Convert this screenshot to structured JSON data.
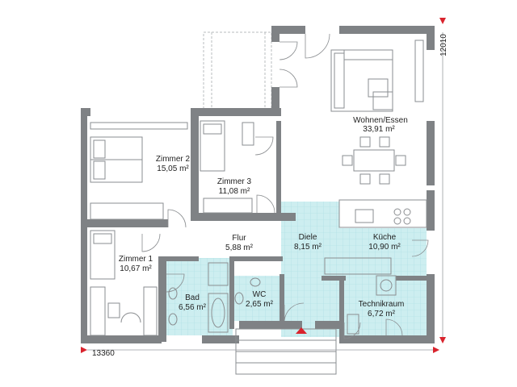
{
  "colors": {
    "wall": "#7f8285",
    "tile": "#cdeef0",
    "tile_grid": "#a9dde2",
    "furniture": "#8a8d90",
    "accent": "#d9232d",
    "background": "#ffffff"
  },
  "dimensions": {
    "width_label": "13360",
    "height_label": "12010"
  },
  "rooms": [
    {
      "id": "wohnen",
      "name": "Wohnen/Essen",
      "area": "33,91 m²"
    },
    {
      "id": "zimmer2",
      "name": "Zimmer 2",
      "area": "15,05 m²"
    },
    {
      "id": "zimmer3",
      "name": "Zimmer 3",
      "area": "11,08 m²"
    },
    {
      "id": "zimmer1",
      "name": "Zimmer 1",
      "area": "10,67 m²"
    },
    {
      "id": "flur",
      "name": "Flur",
      "area": "5,88 m²"
    },
    {
      "id": "diele",
      "name": "Diele",
      "area": "8,15 m²"
    },
    {
      "id": "kueche",
      "name": "Küche",
      "area": "10,90 m²"
    },
    {
      "id": "bad",
      "name": "Bad",
      "area": "6,56 m²"
    },
    {
      "id": "wc",
      "name": "WC",
      "area": "2,65 m²"
    },
    {
      "id": "technik",
      "name": "Technikraum",
      "area": "6,72 m²"
    }
  ]
}
